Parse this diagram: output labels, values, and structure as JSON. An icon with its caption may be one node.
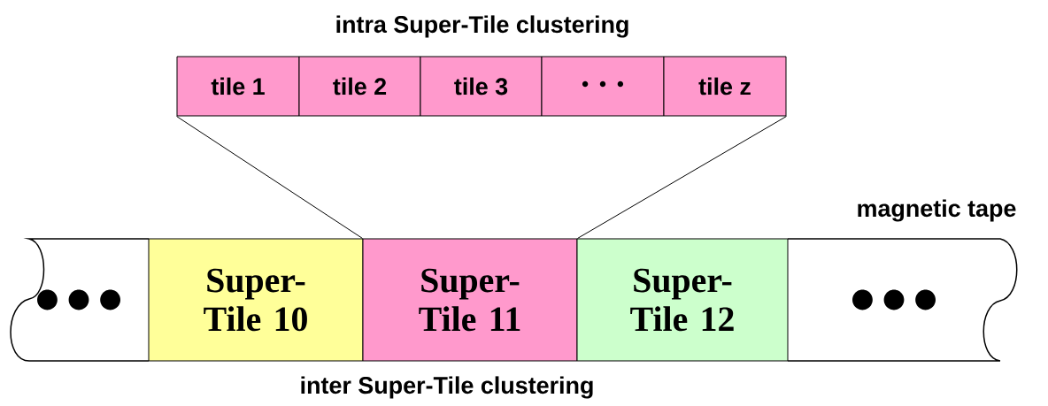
{
  "diagram": {
    "title": "intra Super-Tile clustering",
    "caption": "inter Super-Tile clustering",
    "nodes": [
      {
        "text": [
          "tile 1"
        ]
      },
      {
        "text": [
          "tile 2"
        ]
      },
      {
        "text": [
          "tile 3"
        ]
      },
      {
        "text": [
          "• • •"
        ]
      },
      {
        "text": [
          "tile z"
        ]
      },
      {
        "text": [
          "● ● ●"
        ]
      },
      {
        "text": [
          "Super-Tile 10"
        ]
      },
      {
        "text": [
          "Super-Tile 11"
        ]
      },
      {
        "text": [
          "Super-Tile 12"
        ]
      },
      {
        "text": [
          "● ● ●"
        ],
        "beside": [
          "magnetic tape"
        ]
      }
    ],
    "edges": [
      {
        "from": 0,
        "to": 7,
        "arrow": "none"
      },
      {
        "from": 4,
        "to": 7,
        "arrow": "none"
      }
    ]
  }
}
